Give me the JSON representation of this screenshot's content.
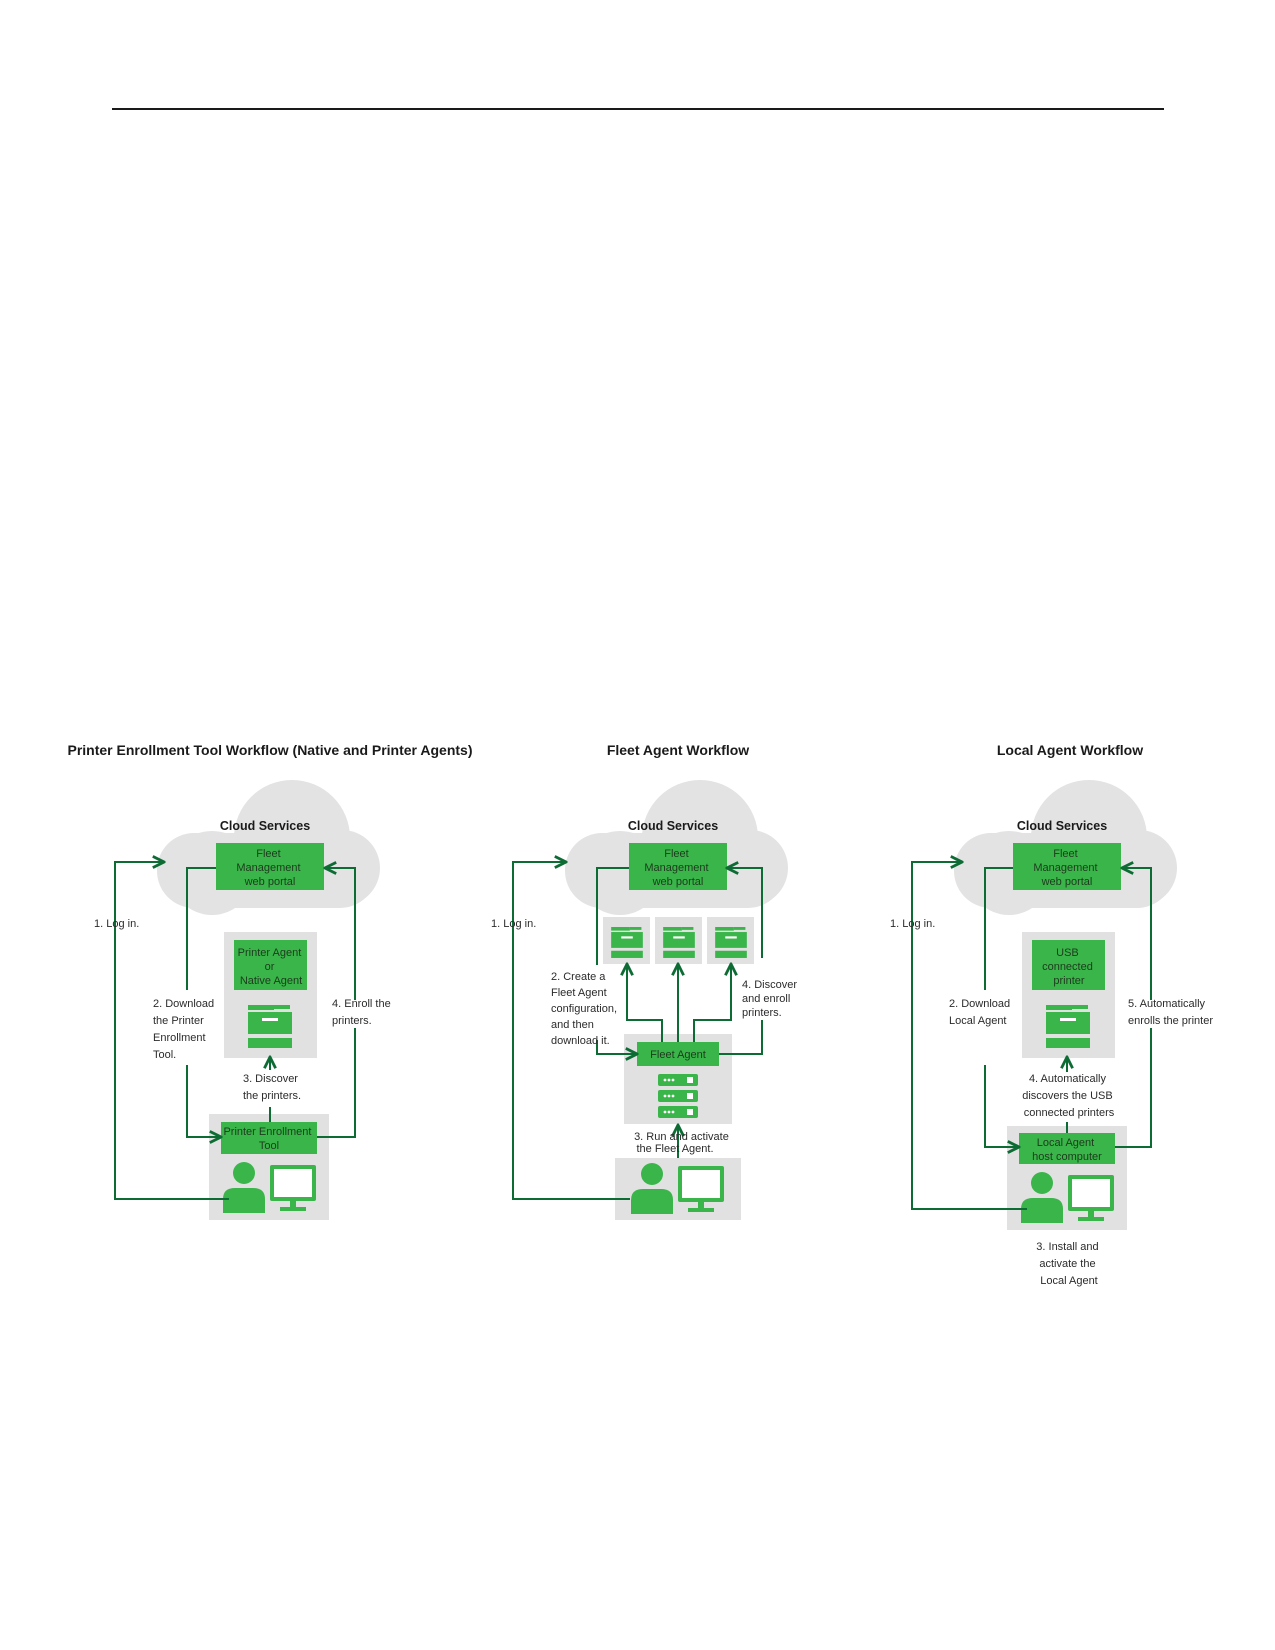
{
  "workflows": [
    {
      "title": "Printer Enrollment Tool Workflow (Native and Printer Agents)",
      "cloud_label": "Cloud Services",
      "portal_label": [
        "Fleet",
        "Management",
        "web portal"
      ],
      "agent_label": [
        "Printer Agent",
        "or",
        "Native Agent"
      ],
      "tool_label": [
        "Printer Enrollment",
        "Tool"
      ],
      "steps": {
        "login": "1. Log in.",
        "download": [
          "2. Download",
          "the Printer",
          "Enrollment",
          "Tool."
        ],
        "discover": [
          "3. Discover",
          "the printers."
        ],
        "enroll": [
          "4. Enroll the",
          "printers."
        ]
      }
    },
    {
      "title": "Fleet Agent Workflow",
      "cloud_label": "Cloud Services",
      "portal_label": [
        "Fleet",
        "Management",
        "web portal"
      ],
      "fleet_agent_label": "Fleet Agent",
      "steps": {
        "login": "1. Log in.",
        "create": [
          "2. Create a",
          "Fleet Agent",
          "configuration,",
          "and then",
          "download it."
        ],
        "run": [
          "3. Run and activate",
          "the Fleet Agent."
        ],
        "discover": [
          "4. Discover",
          "and enroll",
          "printers."
        ]
      }
    },
    {
      "title": "Local Agent Workflow",
      "cloud_label": "Cloud Services",
      "portal_label": [
        "Fleet",
        "Management",
        "web portal"
      ],
      "usb_label": [
        "USB",
        "connected",
        "printer"
      ],
      "host_label": [
        "Local Agent",
        "host computer"
      ],
      "steps": {
        "login": "1. Log in.",
        "download": [
          "2. Download",
          "Local Agent"
        ],
        "install": [
          "3. Install and",
          "activate the",
          "Local Agent"
        ],
        "discovers": [
          "4. Automatically",
          "discovers the USB",
          "connected printers"
        ],
        "enrolls": [
          "5. Automatically",
          "enrolls the printer"
        ]
      }
    }
  ],
  "colors": {
    "green": "#3ab54a",
    "dark_green": "#0d6b34",
    "gray_panel": "#e0e1e0",
    "cloud": "#e2e3e2"
  }
}
